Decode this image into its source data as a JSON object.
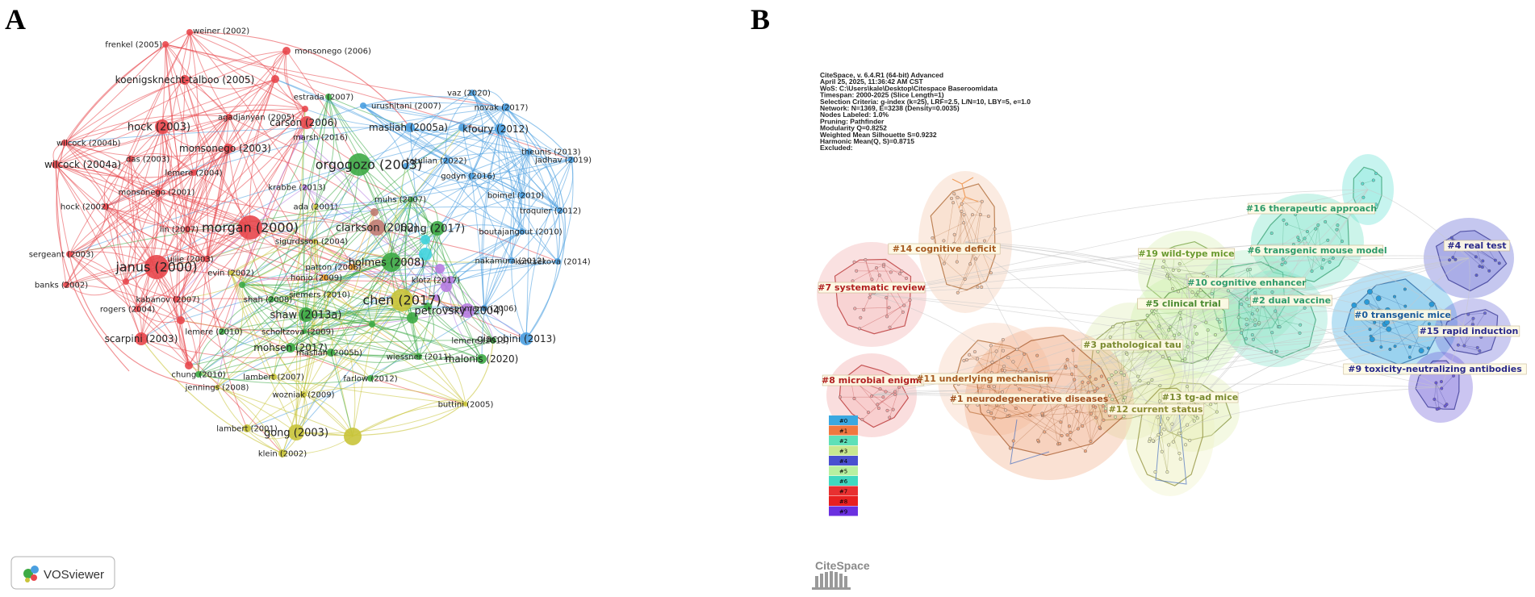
{
  "panel_a": {
    "letter": "A",
    "tool_badge": "VOSviewer",
    "colors": {
      "red": "#e8474c",
      "green": "#3daa45",
      "blue": "#4a9fe0",
      "yellow": "#c9c43a",
      "cyan": "#3fd3dd",
      "purple": "#b77ce0",
      "brown": "#c07a70",
      "orange": "#f0a030"
    },
    "nodes": [
      {
        "label": "weiner (2002)",
        "c": "red",
        "r": 4
      },
      {
        "label": "frenkel (2005)",
        "c": "red",
        "r": 4
      },
      {
        "label": "monsonego (2006)",
        "c": "red",
        "r": 5
      },
      {
        "label": "koenigsknecht-talboo (2005)",
        "c": "red",
        "r": 6
      },
      {
        "label": "estrada (2007)",
        "c": "green",
        "r": 4
      },
      {
        "label": "urushitani (2007)",
        "c": "blue",
        "r": 4
      },
      {
        "label": "vaz (2020)",
        "c": "blue",
        "r": 4
      },
      {
        "label": "novak (2017)",
        "c": "blue",
        "r": 5
      },
      {
        "label": "hock (2003)",
        "c": "red",
        "r": 9
      },
      {
        "label": "agadjanyan (2005)",
        "c": "red",
        "r": 4
      },
      {
        "label": "carson (2006)",
        "c": "red",
        "r": 8
      },
      {
        "label": "masliah (2005a)",
        "c": "blue",
        "r": 6
      },
      {
        "label": "kfoury (2012)",
        "c": "blue",
        "r": 7
      },
      {
        "label": "wilcock (2004b)",
        "c": "red",
        "r": 4
      },
      {
        "label": "marsh (2016)",
        "c": "purple",
        "r": 3
      },
      {
        "label": "monsonego (2003)",
        "c": "red",
        "r": 6
      },
      {
        "label": "theunis (2013)",
        "c": "blue",
        "r": 4
      },
      {
        "label": "das (2003)",
        "c": "red",
        "r": 4
      },
      {
        "label": "orgogozo (2003)",
        "c": "green",
        "r": 14
      },
      {
        "label": "wilcock (2004a)",
        "c": "red",
        "r": 5
      },
      {
        "label": "tatulian (2022)",
        "c": "blue",
        "r": 4
      },
      {
        "label": "jadhav (2019)",
        "c": "blue",
        "r": 4
      },
      {
        "label": "lemere (2004)",
        "c": "red",
        "r": 4
      },
      {
        "label": "godyn (2016)",
        "c": "blue",
        "r": 4
      },
      {
        "label": "krabbe (2013)",
        "c": "purple",
        "r": 3
      },
      {
        "label": "monsonego (2001)",
        "c": "red",
        "r": 4
      },
      {
        "label": "muhs (2007)",
        "c": "green",
        "r": 3
      },
      {
        "label": "boimel (2010)",
        "c": "blue",
        "r": 4
      },
      {
        "label": "ada (2001)",
        "c": "yellow",
        "r": 3
      },
      {
        "label": "hock (2002)",
        "c": "red",
        "r": 4
      },
      {
        "label": "troquier (2012)",
        "c": "blue",
        "r": 4
      },
      {
        "label": "clarkson (2002)",
        "c": "brown",
        "r": 10
      },
      {
        "label": "morgan (2000)",
        "c": "red",
        "r": 15
      },
      {
        "label": "hung (2017)",
        "c": "green",
        "r": 9
      },
      {
        "label": "lin (2007)",
        "c": "red",
        "r": 4
      },
      {
        "label": "boutajangout (2010)",
        "c": "blue",
        "r": 4
      },
      {
        "label": "sigurdsson (2004)",
        "c": "yellow",
        "r": 3
      },
      {
        "label": "sergeant (2003)",
        "c": "red",
        "r": 4
      },
      {
        "label": "ujiie (2003)",
        "c": "red",
        "r": 4
      },
      {
        "label": "holmes (2008)",
        "c": "green",
        "r": 12
      },
      {
        "label": "kontsekova (2014)",
        "c": "blue",
        "r": 4
      },
      {
        "label": "janus (2000)",
        "c": "red",
        "r": 15
      },
      {
        "label": "nakamura (2012)",
        "c": "blue",
        "r": 4
      },
      {
        "label": "evin (2002)",
        "c": "yellow",
        "r": 3
      },
      {
        "label": "patton (2006)",
        "c": "orange",
        "r": 4
      },
      {
        "label": "banks (2002)",
        "c": "red",
        "r": 4
      },
      {
        "label": "honjo (2009)",
        "c": "orange",
        "r": 4
      },
      {
        "label": "klotz (2017)",
        "c": "purple",
        "r": 5
      },
      {
        "label": "kabanov (2007)",
        "c": "red",
        "r": 4
      },
      {
        "label": "siemers (2010)",
        "c": "yellow",
        "r": 3
      },
      {
        "label": "rosenmann (2006)",
        "c": "blue",
        "r": 4
      },
      {
        "label": "shah (2008)",
        "c": "green",
        "r": 4
      },
      {
        "label": "chen (2017)",
        "c": "yellow",
        "r": 14
      },
      {
        "label": "rogers (2004)",
        "c": "red",
        "r": 4
      },
      {
        "label": "petrovsky (2004)",
        "c": "purple",
        "r": 9
      },
      {
        "label": "shaw (2013a)",
        "c": "green",
        "r": 9
      },
      {
        "label": "scarpini (2003)",
        "c": "red",
        "r": 8
      },
      {
        "label": "lemere (2010)",
        "c": "green",
        "r": 4
      },
      {
        "label": "scholtzova (2009)",
        "c": "green",
        "r": 3
      },
      {
        "label": "lemere (2013)",
        "c": "green",
        "r": 4
      },
      {
        "label": "giacobini (2013)",
        "c": "blue",
        "r": 8
      },
      {
        "label": "mohsen (2017)",
        "c": "green",
        "r": 6
      },
      {
        "label": "masliah (2005b)",
        "c": "green",
        "r": 5
      },
      {
        "label": "wiessner (2011)",
        "c": "green",
        "r": 4
      },
      {
        "label": "malonis (2020)",
        "c": "green",
        "r": 6
      },
      {
        "label": "chung (2010)",
        "c": "green",
        "r": 4
      },
      {
        "label": "lambert (2007)",
        "c": "yellow",
        "r": 4
      },
      {
        "label": "farlow (2012)",
        "c": "green",
        "r": 4
      },
      {
        "label": "jennings (2008)",
        "c": "yellow",
        "r": 3
      },
      {
        "label": "wozniak (2009)",
        "c": "yellow",
        "r": 4
      },
      {
        "label": "buttini (2005)",
        "c": "yellow",
        "r": 3
      },
      {
        "label": "lambert (2001)",
        "c": "yellow",
        "r": 5
      },
      {
        "label": "gong (2003)",
        "c": "yellow",
        "r": 10
      },
      {
        "label": "klein (2002)",
        "c": "yellow",
        "r": 5
      }
    ]
  },
  "panel_b": {
    "letter": "B",
    "tool_badge": "CiteSpace",
    "info_lines": [
      "CiteSpace, v. 6.4.R1 (64-bit) Advanced",
      "April 25, 2025, 11:36:42 AM CST",
      "WoS: C:\\Users\\kale\\Desktop\\Citespace Baseroom\\data",
      "Timespan: 2000-2025 (Slice Length=1)",
      "Selection Criteria: g-index (k=25), LRF=2.5, L/N=10, LBY=5, e=1.0",
      "Network: N=1369, E=3238 (Density=0.0035)",
      "Nodes Labeled: 1.0%",
      "Pruning: Pathfinder",
      "Modularity Q=0.8252",
      "Weighted Mean Silhouette S=0.9232",
      "Harmonic Mean(Q, S)=0.8715",
      "Excluded:"
    ],
    "clusters": [
      {
        "label": "#16 therapeutic approach",
        "color": "#5fe0d0",
        "text": "#2e9a6a"
      },
      {
        "label": "#14 cognitive deficit",
        "color": "#f3c6a8",
        "text": "#a55a20"
      },
      {
        "label": "#6 transgenic mouse model",
        "color": "#6de0c4",
        "text": "#2e9a6a"
      },
      {
        "label": "#4 real test",
        "color": "#5a5ed0",
        "text": "#2a2a8a"
      },
      {
        "label": "#19 wild-type mice",
        "color": "#d8eeb0",
        "text": "#6a9a30"
      },
      {
        "label": "#7 systematic review",
        "color": "#f2aaaa",
        "text": "#b02020"
      },
      {
        "label": "#10 cognitive enhancer",
        "color": "#a8ecc0",
        "text": "#2e9a6a"
      },
      {
        "label": "#5 clinical trial",
        "color": "#c8f0a8",
        "text": "#4a8a30"
      },
      {
        "label": "#2 dual vaccine",
        "color": "#7ee0c8",
        "text": "#2e9a6a"
      },
      {
        "label": "#0 transgenic mice",
        "color": "#3aa8e0",
        "text": "#1a5a9a"
      },
      {
        "label": "#15 rapid induction",
        "color": "#6a6ad8",
        "text": "#2a2a8a"
      },
      {
        "label": "#3 pathological tau",
        "color": "#dcebb0",
        "text": "#7a8a30"
      },
      {
        "label": "#9 toxicity-neutralizing antibodies",
        "color": "#6a5ad8",
        "text": "#2a2a8a"
      },
      {
        "label": "#8 microbial enigma",
        "color": "#f2a0a0",
        "text": "#b02020"
      },
      {
        "label": "#11 underlying mechanism",
        "color": "#f5c8b0",
        "text": "#a55a20"
      },
      {
        "label": "#1 neurodegenerative diseases",
        "color": "#f0a880",
        "text": "#a05020"
      },
      {
        "label": "#13 tg-ad mice",
        "color": "#e0eeb0",
        "text": "#7a8a30"
      },
      {
        "label": "#12 current status",
        "color": "#eef0c0",
        "text": "#8a8a30"
      }
    ],
    "legend": [
      {
        "label": "#0",
        "color": "#3aa8e0"
      },
      {
        "label": "#1",
        "color": "#f07840"
      },
      {
        "label": "#2",
        "color": "#5ee0b8"
      },
      {
        "label": "#3",
        "color": "#c8e890"
      },
      {
        "label": "#4",
        "color": "#4a50d0"
      },
      {
        "label": "#5",
        "color": "#b8f0a0"
      },
      {
        "label": "#6",
        "color": "#40d8c0"
      },
      {
        "label": "#7",
        "color": "#e83030"
      },
      {
        "label": "#8",
        "color": "#e82020"
      },
      {
        "label": "#9",
        "color": "#6a30e0"
      }
    ]
  }
}
